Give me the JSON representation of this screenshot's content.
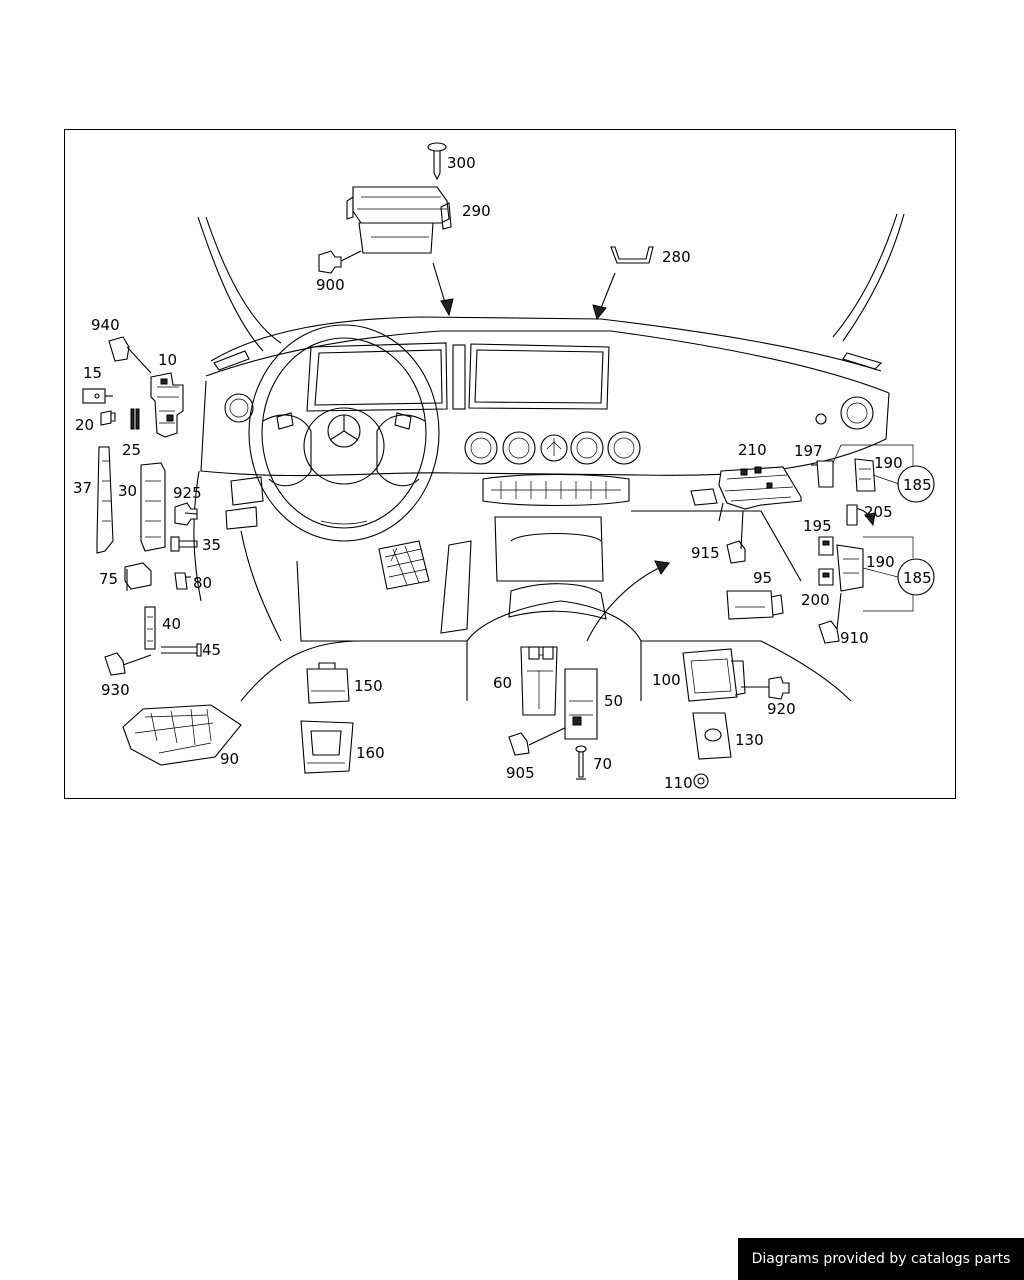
{
  "diagram": {
    "callouts": {
      "c300": "300",
      "c290": "290",
      "c280": "280",
      "c900": "900",
      "c940": "940",
      "c10": "10",
      "c15": "15",
      "c20": "20",
      "c25": "25",
      "c37": "37",
      "c30": "30",
      "c925": "925",
      "c35": "35",
      "c75": "75",
      "c80": "80",
      "c40": "40",
      "c45": "45",
      "c930": "930",
      "c90": "90",
      "c150": "150",
      "c160": "160",
      "c60": "60",
      "c50": "50",
      "c905": "905",
      "c70": "70",
      "c210": "210",
      "c915": "915",
      "c95": "95",
      "c197": "197",
      "c190a": "190",
      "c185a": "185",
      "c195": "195",
      "c205": "205",
      "c190b": "190",
      "c185b": "185",
      "c200": "200",
      "c910": "910",
      "c100": "100",
      "c920": "920",
      "c130": "130",
      "c110": "110"
    }
  },
  "footer": {
    "credit": "Diagrams provided by catalogs parts"
  }
}
